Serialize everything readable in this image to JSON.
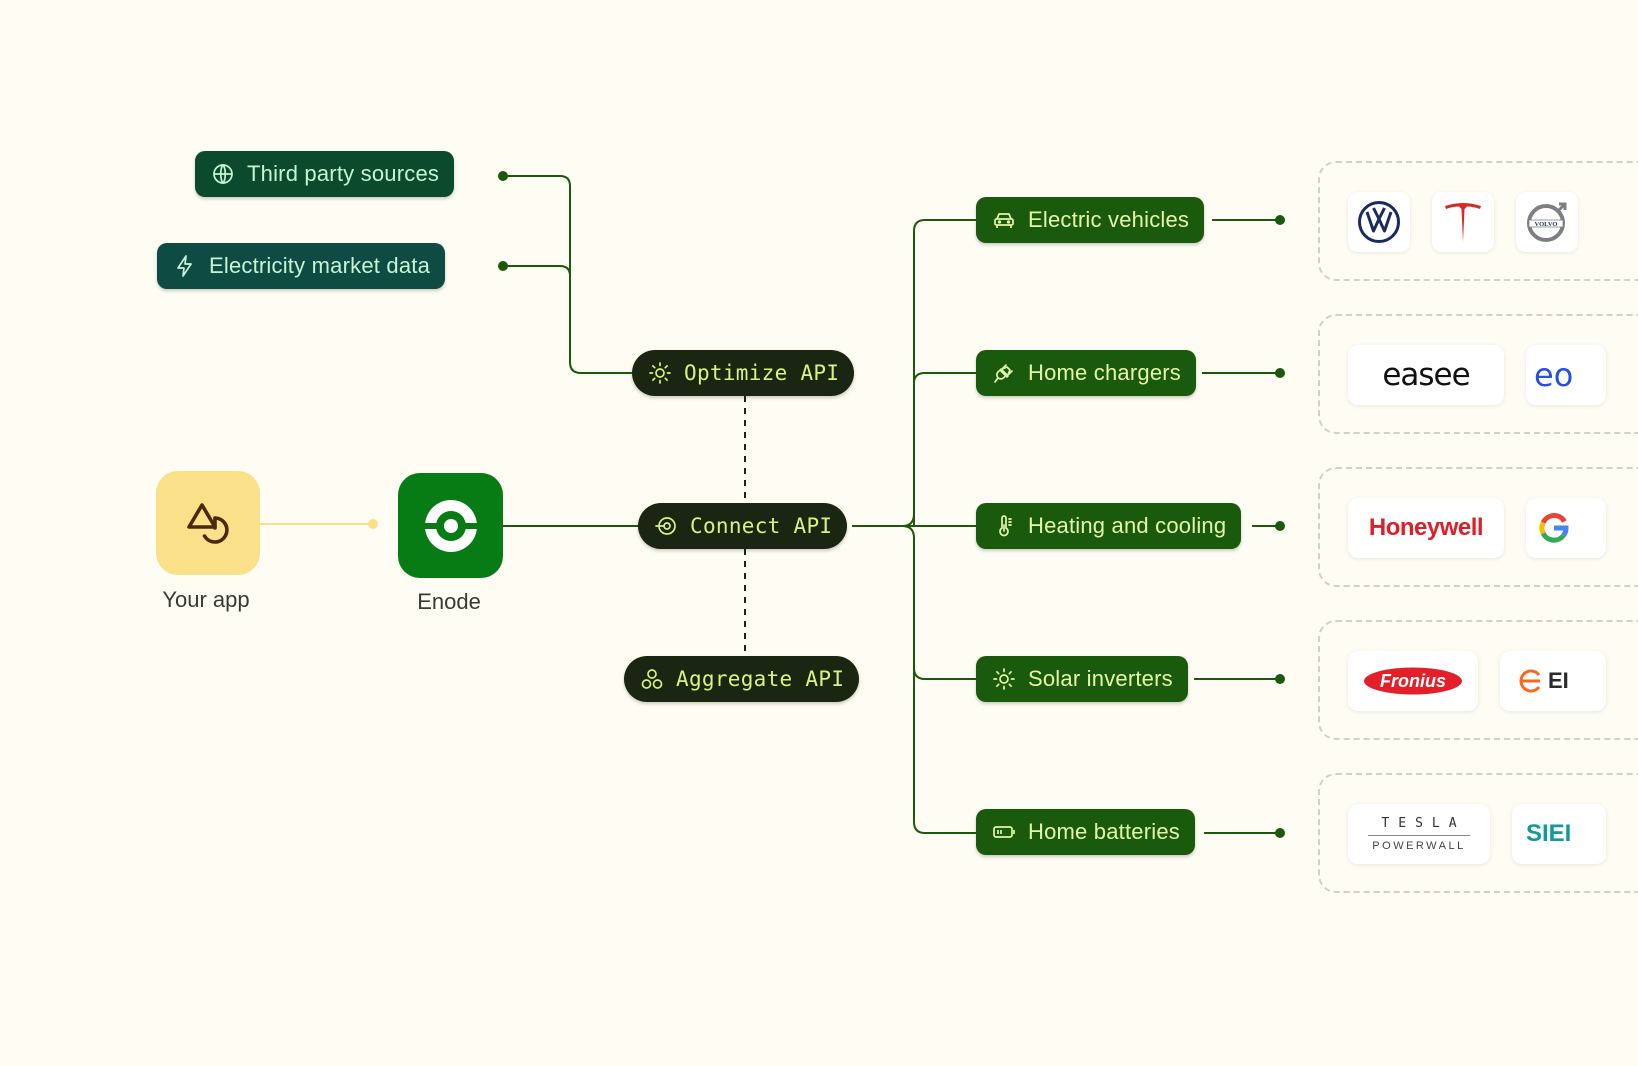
{
  "sources": [
    {
      "label": "Third party sources",
      "icon": "globe-icon"
    },
    {
      "label": "Electricity market data",
      "icon": "lightning-icon"
    }
  ],
  "apis": [
    {
      "label": "Optimize API",
      "icon": "sun-icon"
    },
    {
      "label": "Connect API",
      "icon": "target-icon"
    },
    {
      "label": "Aggregate API",
      "icon": "circles-icon"
    }
  ],
  "nodes": {
    "app": {
      "label": "Your app",
      "icon": "shapes-icon"
    },
    "enode": {
      "label": "Enode",
      "icon": "enode-logo-icon"
    }
  },
  "categories": [
    {
      "label": "Electric vehicles",
      "icon": "car-icon",
      "brands": [
        "Volkswagen",
        "Tesla",
        "Volvo"
      ]
    },
    {
      "label": "Home chargers",
      "icon": "plug-icon",
      "brands": [
        "easee",
        "eo"
      ]
    },
    {
      "label": "Heating and cooling",
      "icon": "thermometer-icon",
      "brands": [
        "Honeywell",
        "Google"
      ]
    },
    {
      "label": "Solar inverters",
      "icon": "sun-icon",
      "brands": [
        "Fronius",
        "Enphase"
      ]
    },
    {
      "label": "Home batteries",
      "icon": "battery-icon",
      "brands": [
        "Tesla Powerwall",
        "Siemens"
      ]
    }
  ],
  "brand_text": {
    "easee": "easee",
    "eo": "eo",
    "honeywell": "Honeywell",
    "fronius": "Fronius",
    "enphase": "EI",
    "tesla_wordmark": "TESLA",
    "powerwall": "POWERWALL",
    "siemens": "SIEI",
    "volvo": "VOLVO"
  },
  "colors": {
    "background": "#fefcf3",
    "connector": "#1a5a0c",
    "app_connector": "#fbe08a",
    "source_third": "#0b4a2c",
    "source_elec": "#0d4b43",
    "api_bg": "#1a2612",
    "api_text": "#d7f57d",
    "category_bg": "#1a5a0c",
    "category_text": "#e4f7a6",
    "app_tile": "#fbe08a",
    "enode_tile": "#087c14"
  }
}
